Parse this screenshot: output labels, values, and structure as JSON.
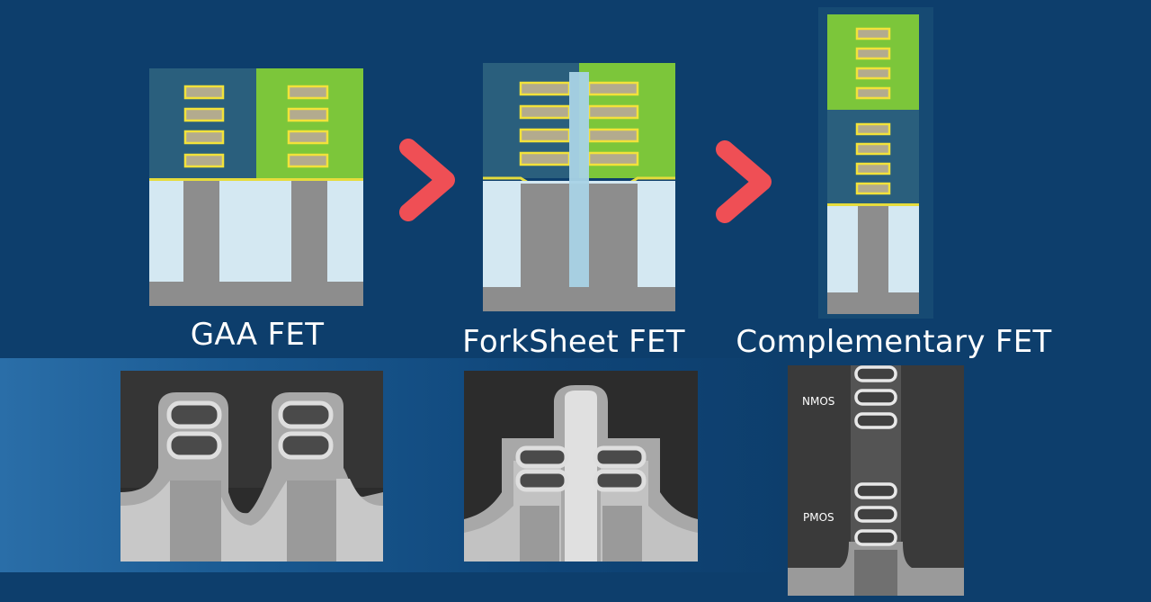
{
  "labels": {
    "gaa": "GAA FET",
    "forksheet": "ForkSheet FET",
    "cfet": "Complementary FET"
  },
  "tem_labels": {
    "nmos": "NMOS",
    "pmos": "PMOS"
  },
  "colors": {
    "background": "#0d3e6c",
    "dark_gate": "#2a5f7d",
    "green_gate": "#7cc63a",
    "nanosheet_fill": "#b3ab8e",
    "nanosheet_outline": "#f2e23a",
    "oxide": "#d4e8f2",
    "silicon": "#8d8d8d",
    "arrow": "#ef4f55"
  },
  "icons": [
    "chevron-right-icon"
  ]
}
